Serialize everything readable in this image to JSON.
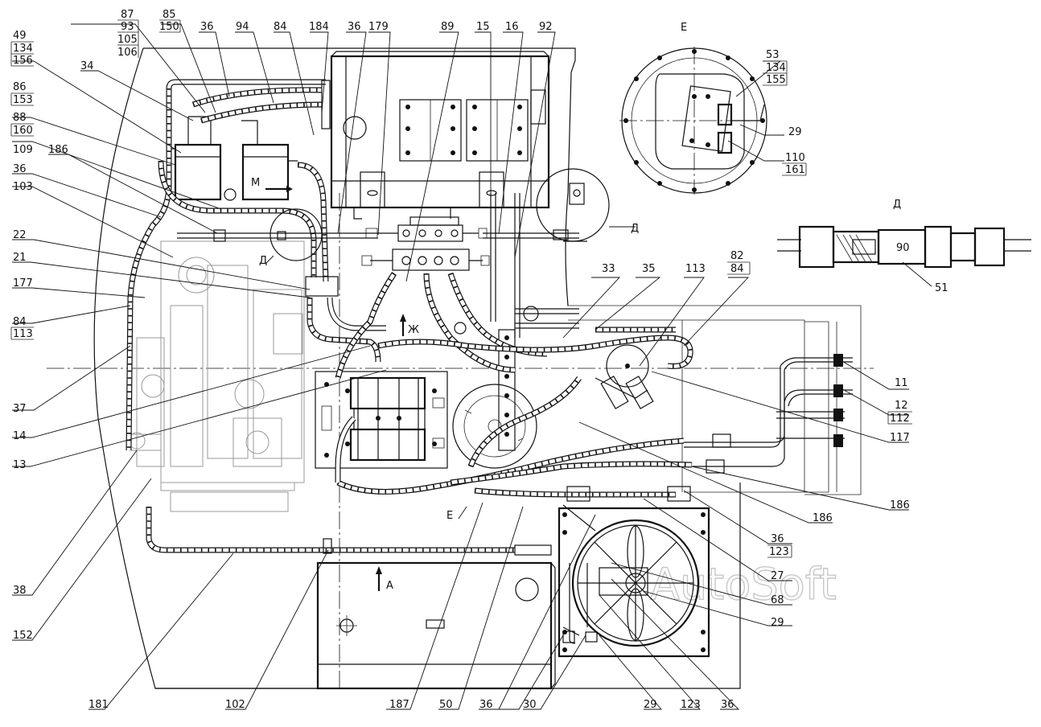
{
  "watermark": "AutoSoft",
  "view_labels": {
    "view_e_title": "Е",
    "view_d_title": "Д",
    "callout_d": "Д",
    "callout_d_left": "Д",
    "callout_e": "Е",
    "callout_zh": "Ж",
    "callout_a": "А",
    "callout_m": "М",
    "detail_90": "90"
  },
  "callouts_top": [
    "87",
    "93",
    "105",
    "106",
    "85",
    "150",
    "36",
    "94",
    "84",
    "184",
    "36",
    "179",
    "89",
    "15",
    "16",
    "92"
  ],
  "callouts_left": [
    "49",
    "134",
    "156",
    "34",
    "86",
    "153",
    "88",
    "160",
    "109",
    "186",
    "36",
    "103",
    "22",
    "21",
    "177",
    "84",
    "113",
    "37",
    "14",
    "13",
    "38",
    "152"
  ],
  "callouts_right": [
    "53",
    "134",
    "155",
    "29",
    "110",
    "161",
    "51",
    "82",
    "84",
    "33",
    "35",
    "113",
    "11",
    "12",
    "112",
    "117",
    "186",
    "186",
    "36",
    "123",
    "27",
    "68",
    "29"
  ],
  "callouts_bottom": [
    "181",
    "102",
    "187",
    "50",
    "36",
    "30",
    "29",
    "123",
    "36"
  ]
}
